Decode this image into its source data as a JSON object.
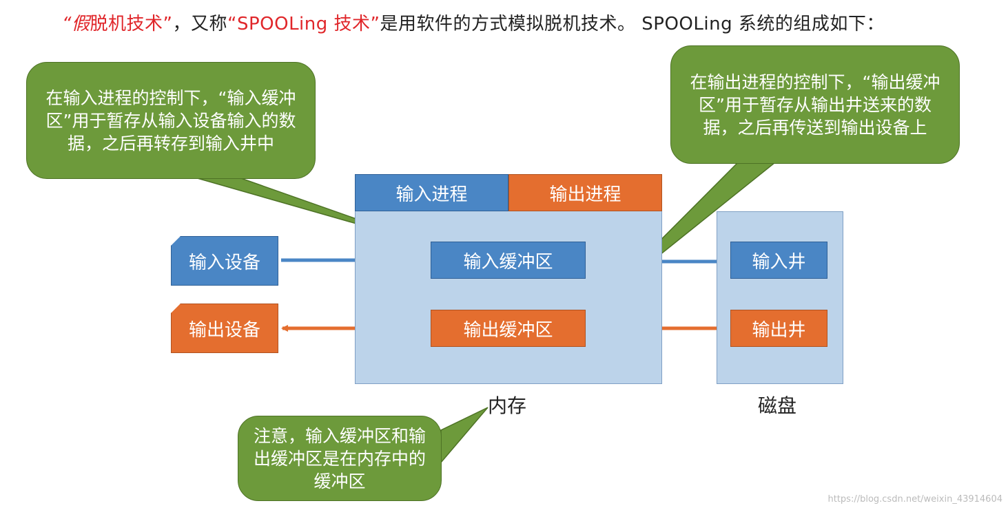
{
  "title": {
    "part1": "“假",
    "part2": "脱机技术”",
    "part3": "，又称",
    "part4": "“SPOOLing 技术”",
    "part5": "是用软件的方式模拟脱机技术。 SPOOLing 系统的组成如下："
  },
  "memory": {
    "label": "内存",
    "input_process": "输入进程",
    "output_process": "输出进程",
    "input_buffer": "输入缓冲区",
    "output_buffer": "输出缓冲区"
  },
  "disk": {
    "label": "磁盘",
    "input_well": "输入井",
    "output_well": "输出井"
  },
  "devices": {
    "input_device": "输入设备",
    "output_device": "输出设备"
  },
  "callouts": {
    "input_note": "在输入进程的控制下，“输入缓冲区”用于暂存从输入设备输入的数据，之后再转存到输入井中",
    "output_note": "在输出进程的控制下，“输出缓冲区”用于暂存从输出井送来的数据，之后再传送到输出设备上",
    "memory_note": "注意，输入缓冲区和输出缓冲区是在内存中的缓冲区"
  },
  "watermark": "https://blog.csdn.net/weixin_43914604",
  "colors": {
    "blue": "#4a86c5",
    "orange": "#e46e2f",
    "green": "#6d9a3b",
    "panel": "#bcd3ea",
    "highlight_red": "#e0262a"
  }
}
